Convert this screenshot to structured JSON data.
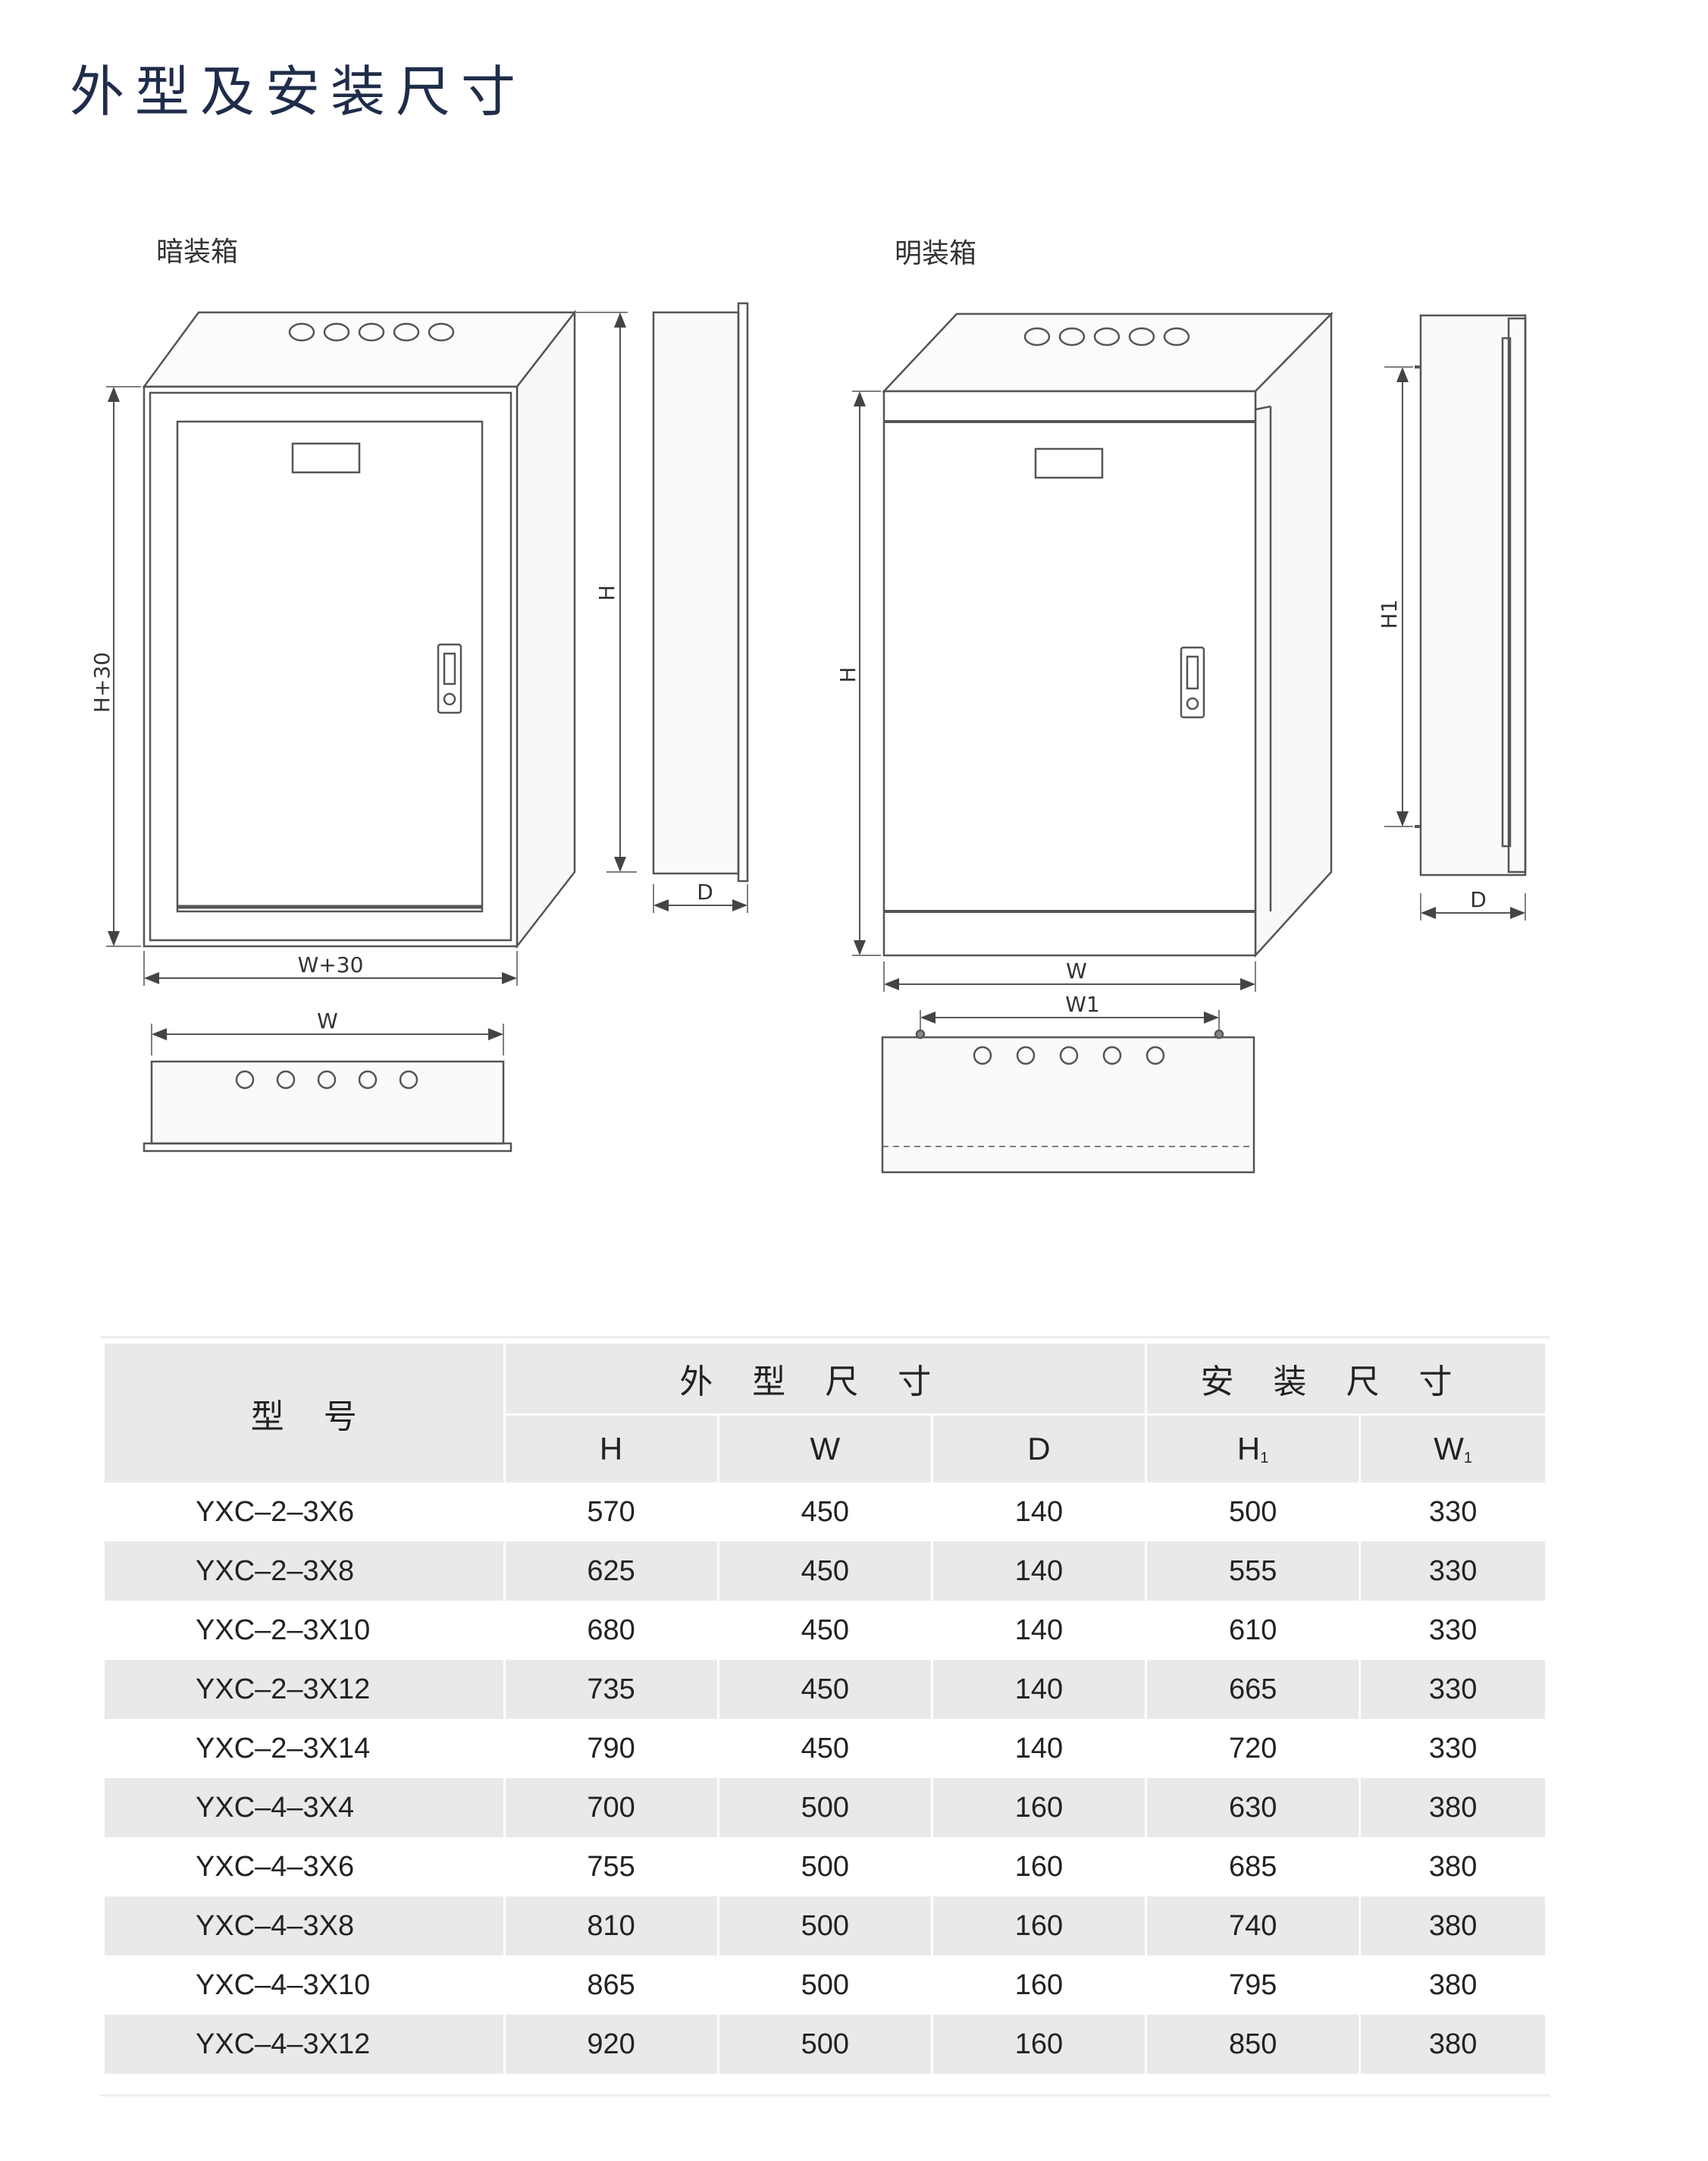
{
  "page": {
    "title": "外型及安装尺寸"
  },
  "drawings": {
    "concealed": {
      "caption": "暗装箱",
      "dim_height": "H+30",
      "dim_width": "W+30",
      "dim_side_height": "H",
      "dim_depth": "D",
      "dim_bottom_width": "W"
    },
    "surface": {
      "caption": "明装箱",
      "dim_height": "H",
      "dim_width": "W",
      "dim_width_inner": "W1",
      "dim_side_height": "H1",
      "dim_depth": "D"
    }
  },
  "table": {
    "header": {
      "model": "型号",
      "outer_group": "外型尺寸",
      "install_group": "安装尺寸",
      "h": "H",
      "w": "W",
      "d": "D",
      "h1_main": "H",
      "h1_sub": "1",
      "w1_main": "W",
      "w1_sub": "1"
    },
    "rows": [
      {
        "model": "YXC–2–3X6",
        "h": "570",
        "w": "450",
        "d": "140",
        "h1": "500",
        "w1": "330"
      },
      {
        "model": "YXC–2–3X8",
        "h": "625",
        "w": "450",
        "d": "140",
        "h1": "555",
        "w1": "330"
      },
      {
        "model": "YXC–2–3X10",
        "h": "680",
        "w": "450",
        "d": "140",
        "h1": "610",
        "w1": "330"
      },
      {
        "model": "YXC–2–3X12",
        "h": "735",
        "w": "450",
        "d": "140",
        "h1": "665",
        "w1": "330"
      },
      {
        "model": "YXC–2–3X14",
        "h": "790",
        "w": "450",
        "d": "140",
        "h1": "720",
        "w1": "330"
      },
      {
        "model": "YXC–4–3X4",
        "h": "700",
        "w": "500",
        "d": "160",
        "h1": "630",
        "w1": "380"
      },
      {
        "model": "YXC–4–3X6",
        "h": "755",
        "w": "500",
        "d": "160",
        "h1": "685",
        "w1": "380"
      },
      {
        "model": "YXC–4–3X8",
        "h": "810",
        "w": "500",
        "d": "160",
        "h1": "740",
        "w1": "380"
      },
      {
        "model": "YXC–4–3X10",
        "h": "865",
        "w": "500",
        "d": "160",
        "h1": "795",
        "w1": "380"
      },
      {
        "model": "YXC–4–3X12",
        "h": "920",
        "w": "500",
        "d": "160",
        "h1": "850",
        "w1": "380"
      }
    ]
  }
}
